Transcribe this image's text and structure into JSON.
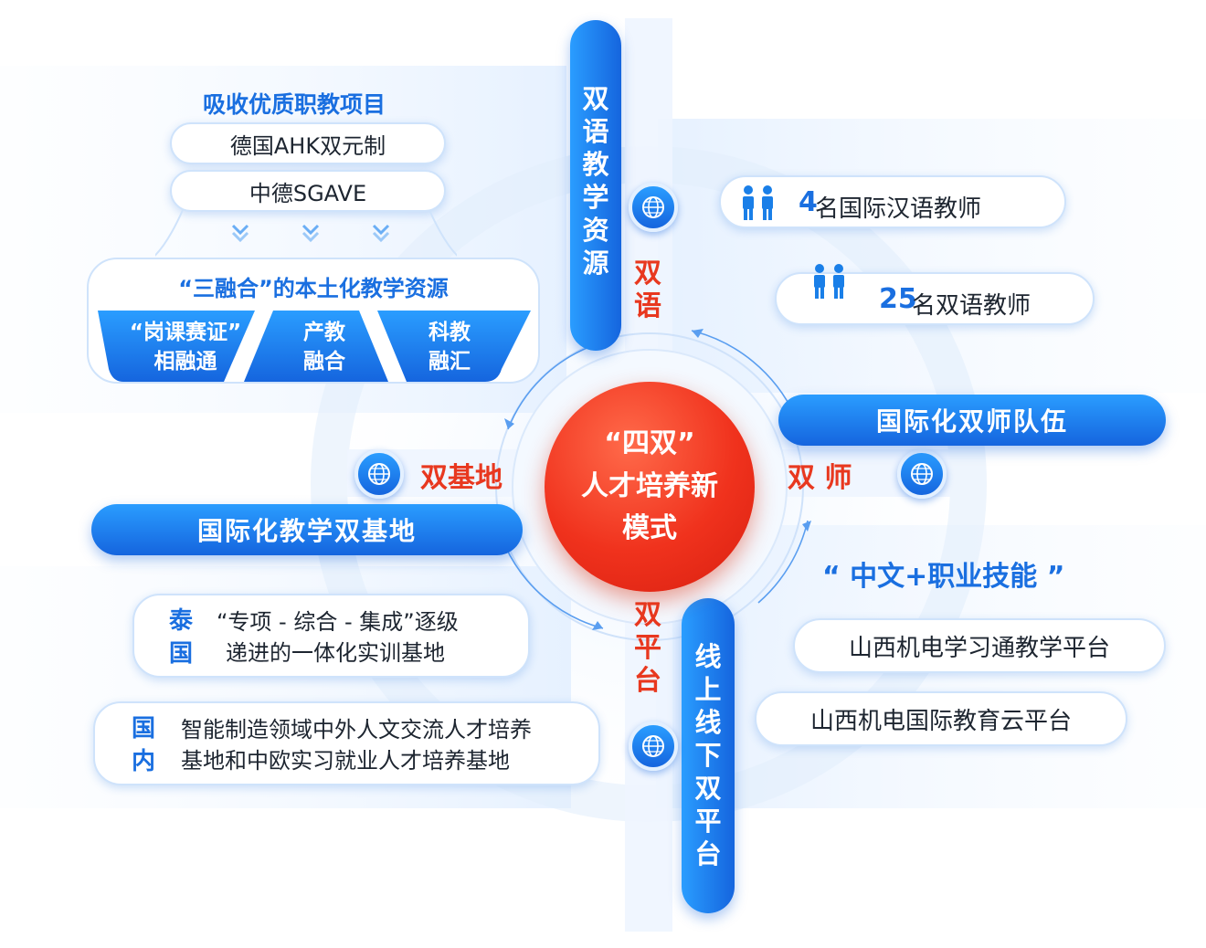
{
  "colors": {
    "accent_blue": "#1a6fe0",
    "accent_red": "#e8381f",
    "light_blue": "#cfe3fb"
  },
  "center": {
    "line1": "“四双”",
    "line2": "人才培养新",
    "line3": "模式"
  },
  "top_bar": {
    "chars": [
      "双",
      "语",
      "教",
      "学",
      "资",
      "源"
    ]
  },
  "bottom_bar": {
    "chars": [
      "线",
      "上",
      "线",
      "下",
      "双",
      "平",
      "台"
    ]
  },
  "label_shuangyu": {
    "chars": [
      "双",
      "语"
    ]
  },
  "label_shuangpingtai": {
    "chars": [
      "双",
      "平",
      "台"
    ]
  },
  "label_shuangjidi": "双基地",
  "label_shuangshi": "双 师",
  "top_left": {
    "title": "吸收优质职教项目",
    "items": [
      "德国AHK双元制",
      "中德SGAVE"
    ],
    "sanrong_title": "“三融合”的本土化教学资源",
    "segments": [
      {
        "line1": "“岗课赛证”",
        "line2": "相融通"
      },
      {
        "line1": "产教",
        "line2": "融合"
      },
      {
        "line1": "科教",
        "line2": "融汇"
      }
    ]
  },
  "top_right": {
    "teachers1_num": "4",
    "teachers1_text": "名国际汉语教师",
    "teachers2_num": "25",
    "teachers2_text": "名双语教师",
    "banner": "国际化双师队伍"
  },
  "bottom_left": {
    "banner": "国际化教学双基地",
    "thai_tag": [
      "泰",
      "国"
    ],
    "thai_line1": "“专项 - 综合 - 集成”逐级",
    "thai_line2": "递进的一体化实训基地",
    "dom_tag": [
      "国",
      "内"
    ],
    "dom_line1": "智能制造领域中外人文交流人才培养",
    "dom_line2": "基地和中欧实习就业人才培养基地"
  },
  "bottom_right": {
    "title": "“ 中文+职业技能 ”",
    "platform1": "山西机电学习通教学平台",
    "platform2": "山西机电国际教育云平台"
  },
  "icons": [
    "globe-icon",
    "people-icon",
    "chevron-down-icon"
  ]
}
